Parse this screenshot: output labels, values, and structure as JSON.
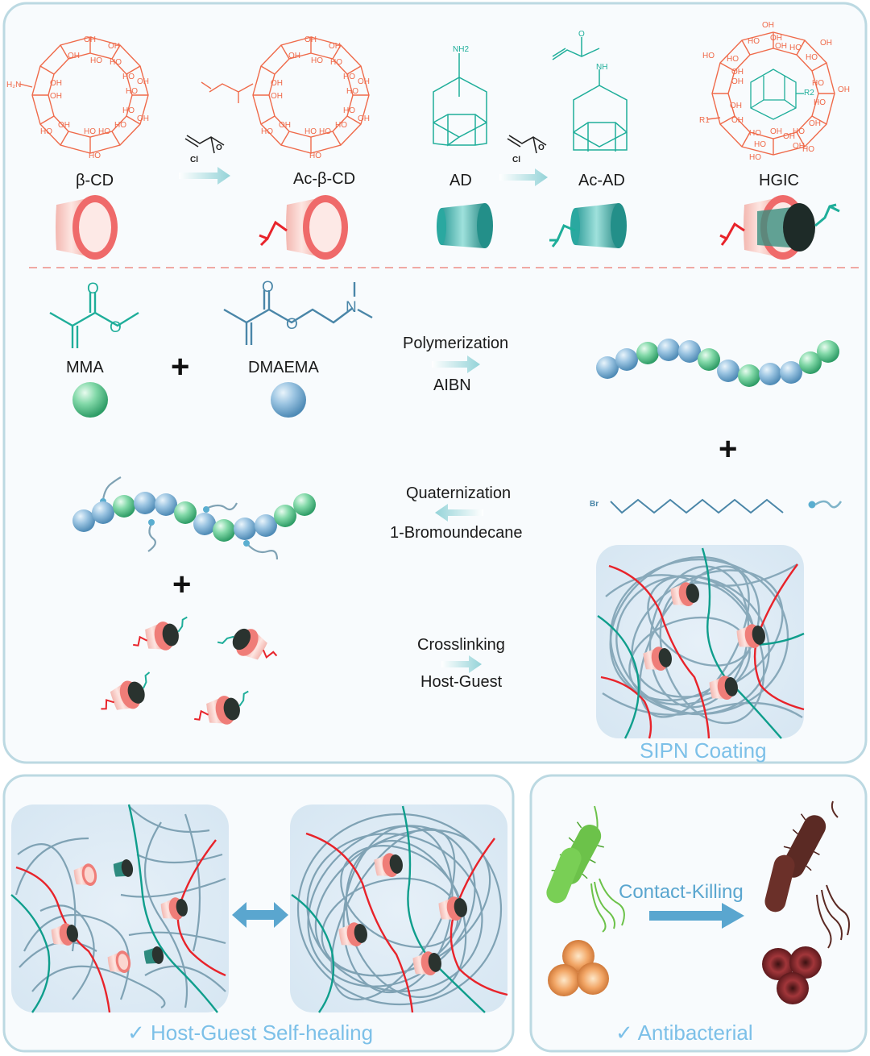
{
  "top_panel": {
    "molecules": {
      "bcd": "β-CD",
      "acbcd": "Ac-β-CD",
      "ad": "AD",
      "acad": "Ac-AD",
      "hgic": "HGIC"
    },
    "reagent_atom": "Cl",
    "ad_amine": "NH2",
    "acad_amine": "NH",
    "hgic_r1": "R1",
    "hgic_r2": "R2",
    "hydroxyl": "OH",
    "hydroxyl_rev": "HO",
    "amine_bcd": "H₂N",
    "oxygen": "O"
  },
  "middle_panel": {
    "mma": "MMA",
    "dmaema": "DMAEMA",
    "n_atom": "N",
    "o_atom": "O",
    "step1_top": "Polymerization",
    "step1_bottom": "AIBN",
    "step2_top": "Quaternization",
    "step2_bottom": "1-Bromoundecane",
    "step3_top": "Crosslinking",
    "step3_bottom": "Host-Guest",
    "br_atom": "Br",
    "plus": "+",
    "coating_label": "SIPN Coating"
  },
  "bottom_left": {
    "caption": "✓ Host-Guest Self-healing"
  },
  "bottom_right": {
    "arrow_label": "Contact-Killing",
    "caption": "✓ Antibacterial"
  },
  "colors": {
    "cd_orange": "#ef6a4a",
    "ad_teal": "#1fae9a",
    "chain_blue": "#8ab5d6",
    "chain_green": "#6fcf9c",
    "network_gray": "#7fa2b4",
    "network_red": "#e8232a",
    "network_teal": "#0f9e8c",
    "caption_blue": "#7cc0e8",
    "panel_border": "#b9d7e0",
    "arrow_teal": "#9fd8da",
    "bacteria_green": "#6cc24a",
    "bacteria_dead": "#5b2a24"
  }
}
